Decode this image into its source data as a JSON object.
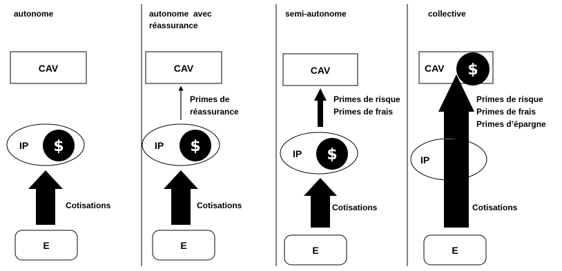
{
  "panels": [
    {
      "title_lines": [
        "autonome"
      ],
      "cav_label": "CAV",
      "ip_label": "IP",
      "e_label": "E",
      "upper_arrow_lines": [],
      "lower_arrow_label": "Cotisations",
      "dollar_symbol": "$"
    },
    {
      "title_lines": [
        "autonome  avec",
        "réassurance"
      ],
      "cav_label": "CAV",
      "ip_label": "IP",
      "e_label": "E",
      "upper_arrow_lines": [
        "Primes de",
        "réassurance"
      ],
      "lower_arrow_label": "Cotisations",
      "dollar_symbol": "$"
    },
    {
      "title_lines": [
        "semi-autonome"
      ],
      "cav_label": "CAV",
      "ip_label": "IP",
      "e_label": "E",
      "upper_arrow_lines": [
        "Primes de risque",
        "Primes de frais"
      ],
      "lower_arrow_label": "Cotisations",
      "dollar_symbol": "$"
    },
    {
      "title_lines": [
        "collective"
      ],
      "cav_label": "CAV",
      "ip_label": "IP",
      "e_label": "E",
      "upper_arrow_lines": [
        "Primes de risque",
        "Primes de frais",
        "Primes d’épargne"
      ],
      "lower_arrow_label": "Cotisations",
      "dollar_symbol": "$"
    }
  ],
  "colors": {
    "line": "#000000",
    "background": "#ffffff",
    "coin_fill": "#000000",
    "coin_text": "#ffffff"
  }
}
